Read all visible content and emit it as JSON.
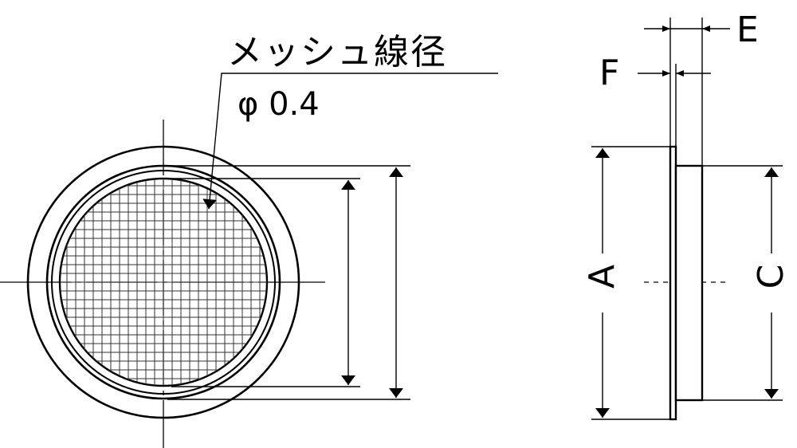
{
  "mesh_label": "メッシュ線径",
  "mesh_value": "φ 0.4",
  "dims": {
    "a": "A",
    "c": "C",
    "e": "E",
    "f": "F"
  },
  "colors": {
    "line": "#000000",
    "mesh": "#333333",
    "background": "#ffffff"
  }
}
